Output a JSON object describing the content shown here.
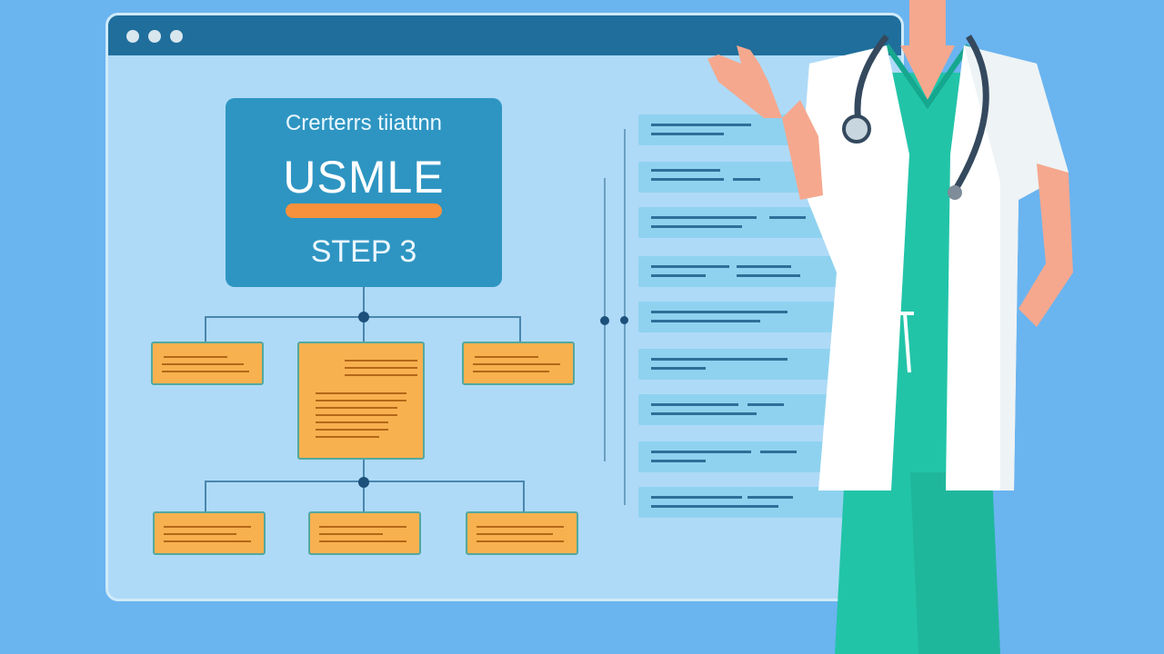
{
  "colors": {
    "background": "#6ab4f0",
    "accent_orange": "#f7913b",
    "panel_blue": "#2e95c2",
    "scrubs": "#22c4a8"
  },
  "window": {
    "controls": [
      "window-dot-icon",
      "window-dot-icon",
      "window-dot-icon"
    ],
    "hero": {
      "subtitle": "Crerterrs tiiattnn",
      "title": "USMLE",
      "step": "STEP 3"
    }
  },
  "illustration": {
    "figure": "doctor-with-stethoscope"
  }
}
